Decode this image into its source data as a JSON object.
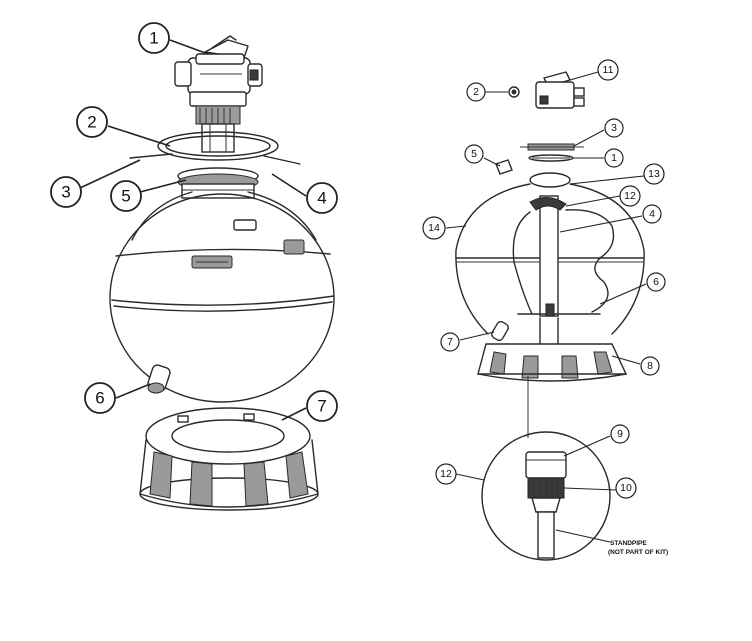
{
  "left_view": {
    "callouts": [
      {
        "label": "1"
      },
      {
        "label": "2"
      },
      {
        "label": "3"
      },
      {
        "label": "5"
      },
      {
        "label": "4"
      },
      {
        "label": "6"
      },
      {
        "label": "7"
      }
    ]
  },
  "right_view": {
    "callouts": [
      {
        "label": "2"
      },
      {
        "label": "11"
      },
      {
        "label": "3"
      },
      {
        "label": "5"
      },
      {
        "label": "1"
      },
      {
        "label": "13"
      },
      {
        "label": "12"
      },
      {
        "label": "4"
      },
      {
        "label": "14"
      },
      {
        "label": "6"
      },
      {
        "label": "7"
      },
      {
        "label": "8"
      }
    ],
    "detail_callouts": [
      {
        "label": "9"
      },
      {
        "label": "12"
      },
      {
        "label": "10"
      }
    ],
    "standpipe_note": {
      "line1": "STANDPIPE",
      "line2": "(NOT PART OF KIT)"
    }
  }
}
